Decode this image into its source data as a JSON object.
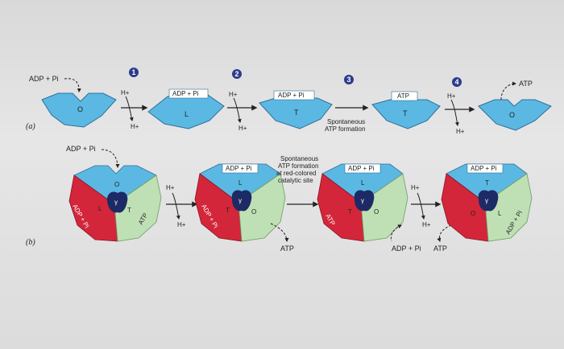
{
  "colors": {
    "blue": "#5bb8e2",
    "blue_dark": "#2f6f9a",
    "red": "#d3263a",
    "green": "#bfe0b4",
    "navy": "#1d2a66",
    "step_circle": "#2c3b8c"
  },
  "panel_a": {
    "label": "(a)",
    "start_substrate": "ADP + Pi",
    "steps": [
      "1",
      "2",
      "3",
      "4"
    ],
    "proton": "H+",
    "states": [
      {
        "site": "O",
        "bound": ""
      },
      {
        "site": "L",
        "bound": "ADP + Pi"
      },
      {
        "site": "T",
        "bound": "ADP + Pi"
      },
      {
        "site": "T",
        "bound": "ATP"
      },
      {
        "site": "O",
        "bound": ""
      }
    ],
    "spontaneous_line1": "Spontaneous",
    "spontaneous_line2": "ATP formation",
    "atp_release": "ATP"
  },
  "panel_b": {
    "label": "(b)",
    "substrate_in": "ADP + Pi",
    "gamma": "γ",
    "proton": "H+",
    "notes": [
      "Spontaneous",
      "ATP formation",
      "at red-colored",
      "catalytic site"
    ],
    "atp_out": "ATP",
    "atp_out_2": "ATP",
    "adp_out": "ADP + Pi",
    "rotors": [
      {
        "top": "O",
        "left": "L",
        "right": "T",
        "bound_top": "",
        "red_text": "ADP + Pi",
        "green_text": "ATP"
      },
      {
        "top": "L",
        "left": "T",
        "right": "O",
        "bound_top": "ADP + Pi",
        "red_text": "ADP + Pi",
        "green_text": ""
      },
      {
        "top": "L",
        "left": "T",
        "right": "O",
        "bound_top": "ADP + Pi",
        "red_text": "ATP",
        "green_text": ""
      },
      {
        "top": "T",
        "left": "O",
        "right": "L",
        "bound_top": "ADP + Pi",
        "red_text": "",
        "green_text": "ADP + Pi"
      }
    ]
  }
}
